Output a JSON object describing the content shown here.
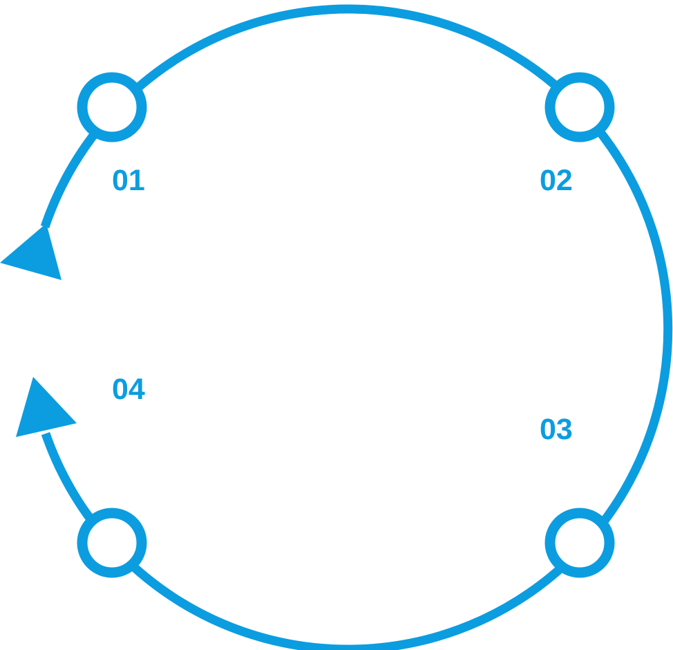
{
  "diagram": {
    "type": "cycle",
    "accent_color": "#0b9de0",
    "background_color": "#ffffff",
    "steps": [
      {
        "label": "01"
      },
      {
        "label": "02"
      },
      {
        "label": "03"
      },
      {
        "label": "04"
      }
    ],
    "arrows": [
      {
        "icon": "arrowhead-icon",
        "direction": "counter-clockwise"
      },
      {
        "icon": "arrowhead-icon",
        "direction": "counter-clockwise"
      }
    ]
  }
}
